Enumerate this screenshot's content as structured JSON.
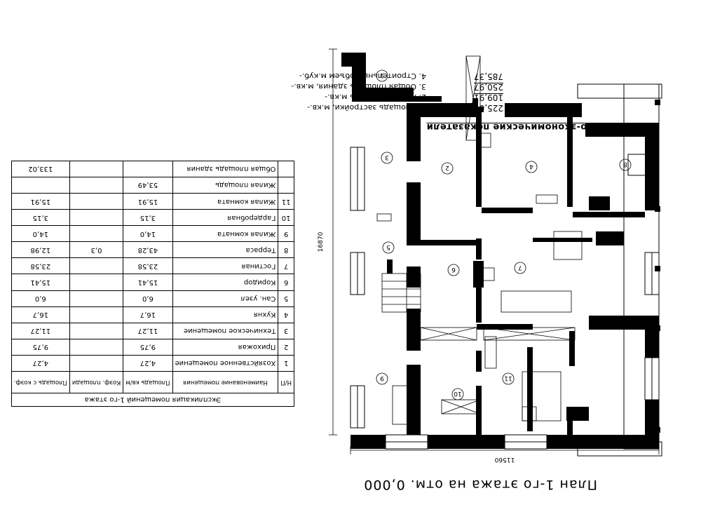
{
  "plan_title": "План 1-го этажа на отм. 0,000",
  "dimensions": {
    "width_label": "11560",
    "height_label": "16870"
  },
  "room_numbers": [
    "1",
    "2",
    "3",
    "4",
    "5",
    "6",
    "7",
    "8",
    "9",
    "10",
    "11"
  ],
  "tep": {
    "title": "Технико-экономические показатели",
    "items": [
      {
        "label": "1. Площадь застройки, м.кв.-",
        "value": "225,04"
      },
      {
        "label": "2. Жилая площадь м.кв.-",
        "value": "109,91"
      },
      {
        "label": "3. Общая площадь здания, м.кв.-",
        "value": "250,97"
      },
      {
        "label": "4. Строительный объем м.куб.-",
        "value": "785,37"
      }
    ]
  },
  "explication": {
    "caption": "Экспликация помещений 1-го этажа",
    "headers": [
      "Н/П",
      "Наименование помещения",
      "Площадь кв/м",
      "Коэф. площади",
      "Площадь с коэф."
    ],
    "rows": [
      {
        "n": "1",
        "name": "Хозяйственное помещение",
        "area": "4,27",
        "k": "",
        "ak": "4,27"
      },
      {
        "n": "2",
        "name": "Прихожая",
        "area": "9,75",
        "k": "",
        "ak": "9,75"
      },
      {
        "n": "3",
        "name": "Техническое помещение",
        "area": "11,27",
        "k": "",
        "ak": "11,27"
      },
      {
        "n": "4",
        "name": "Кухня",
        "area": "16,7",
        "k": "",
        "ak": "16,7"
      },
      {
        "n": "5",
        "name": "Сан. узел",
        "area": "6,0",
        "k": "",
        "ak": "6,0"
      },
      {
        "n": "6",
        "name": "Коридор",
        "area": "15,41",
        "k": "",
        "ak": "15,41"
      },
      {
        "n": "7",
        "name": "Гостиная",
        "area": "23,58",
        "k": "",
        "ak": "23,58"
      },
      {
        "n": "8",
        "name": "Терраса",
        "area": "43,28",
        "k": "0,3",
        "ak": "12,98"
      },
      {
        "n": "9",
        "name": "Жилая комната",
        "area": "14,0",
        "k": "",
        "ak": "14,0"
      },
      {
        "n": "10",
        "name": "Гардеробная",
        "area": "3,15",
        "k": "",
        "ak": "3,15"
      },
      {
        "n": "11",
        "name": "Жилая комната",
        "area": "15,91",
        "k": "",
        "ak": "15,91"
      }
    ],
    "living_label": "Жилая площадь",
    "living_value": "53,49",
    "total_label": "Общая площадь здания",
    "total_value": "133,02"
  }
}
